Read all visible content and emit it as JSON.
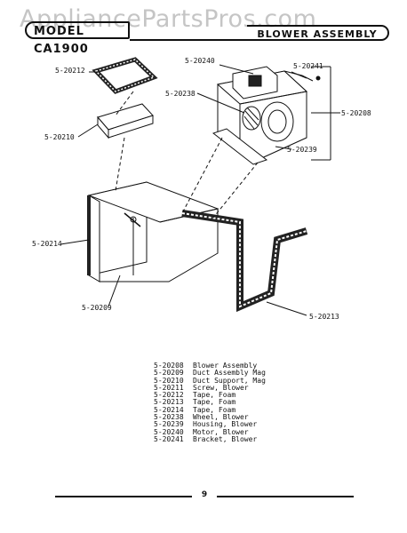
{
  "watermark": "AppliancePartsPros.com",
  "header": {
    "model": "MODEL CA1900",
    "title": "BLOWER ASSEMBLY"
  },
  "callouts": {
    "c20212": "5-20212",
    "c20210": "5-20210",
    "c20214": "5-20214",
    "c20209": "5-20209",
    "c20240": "5-20240",
    "c20241": "5-20241",
    "c20238": "5-20238",
    "c20208": "5-20208",
    "c20239": "5-20239",
    "c20213": "5-20213"
  },
  "parts_list": [
    {
      "number": "5-20208",
      "description": "Blower Assembly"
    },
    {
      "number": "5-20209",
      "description": "Duct Assembly Mag"
    },
    {
      "number": "5-20210",
      "description": "Duct Support, Mag"
    },
    {
      "number": "5-20211",
      "description": "Screw, Blower"
    },
    {
      "number": "5-20212",
      "description": "Tape, Foam"
    },
    {
      "number": "5-20213",
      "description": "Tape, Foam"
    },
    {
      "number": "5-20214",
      "description": "Tape, Foam"
    },
    {
      "number": "5-20238",
      "description": "Wheel, Blower"
    },
    {
      "number": "5-20239",
      "description": "Housing, Blower"
    },
    {
      "number": "5-20240",
      "description": "Motor, Blower"
    },
    {
      "number": "5-20241",
      "description": "Bracket, Blower"
    }
  ],
  "page_number": "9"
}
